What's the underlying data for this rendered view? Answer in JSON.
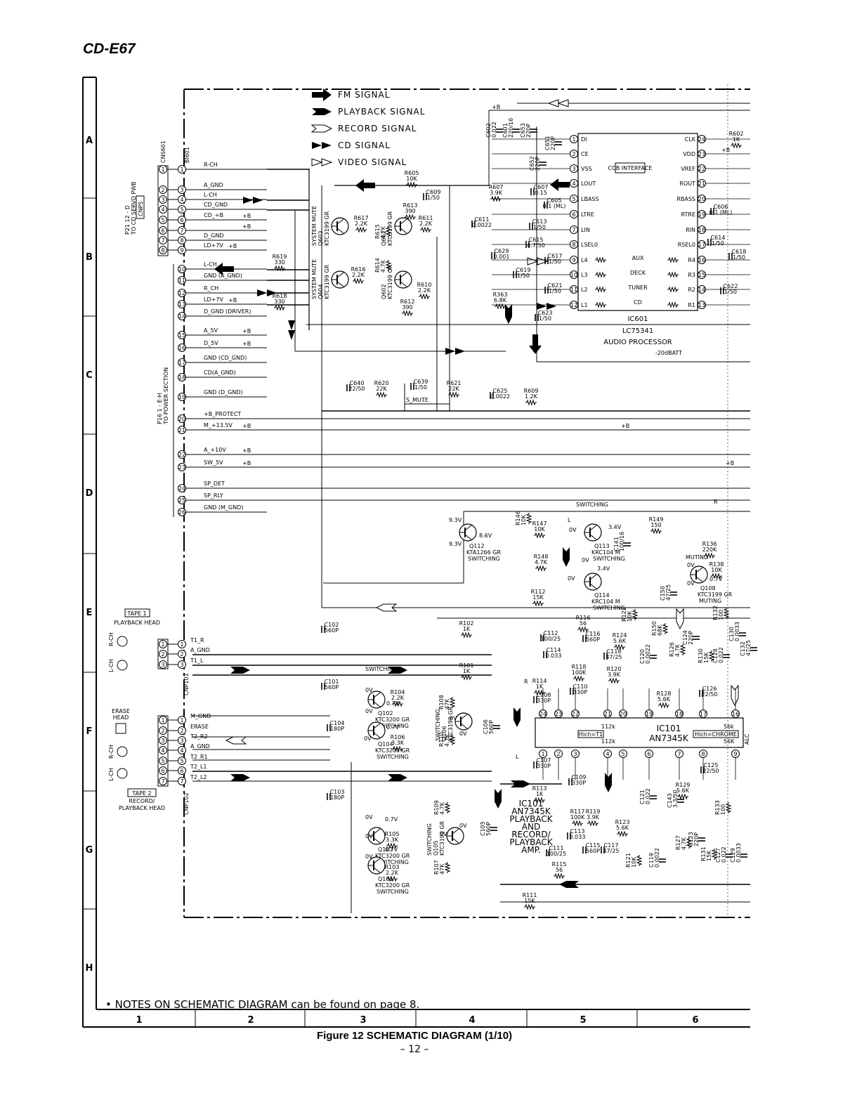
{
  "document": {
    "model": "CD-E67",
    "note": "• NOTES ON SCHEMATIC DIAGRAM can be found on page 8.",
    "caption": "Figure 12 SCHEMATIC DIAGRAM (1/10)",
    "page": "– 12 –"
  },
  "grid": {
    "rows": [
      "A",
      "B",
      "C",
      "D",
      "E",
      "F",
      "G",
      "H"
    ],
    "cols": [
      "1",
      "2",
      "3",
      "4",
      "5",
      "6"
    ]
  },
  "legend": [
    {
      "label": "FM SIGNAL",
      "icon": "fm-signal-arrow"
    },
    {
      "label": "PLAYBACK SIGNAL",
      "icon": "playback-signal-arrow"
    },
    {
      "label": "RECORD SIGNAL",
      "icon": "record-signal-arrow"
    },
    {
      "label": "CD SIGNAL",
      "icon": "cd-signal-arrow"
    },
    {
      "label": "VIDEO SIGNAL",
      "icon": "video-signal-arrow"
    }
  ],
  "connectors": {
    "cnp5": {
      "name": "CNP5",
      "target": "P21 12 - D",
      "target_desc": "TO CD SERVO PWB",
      "pins": [
        "1",
        "2",
        "3",
        "4",
        "5",
        "6",
        "7",
        "8"
      ]
    },
    "cns601": {
      "name": "CNS601",
      "header": "BI601"
    },
    "power": {
      "target": "P16 1 - E-H",
      "target_desc": "TO POWER SECTION"
    },
    "cnp101": {
      "name": "CNP101"
    },
    "cnp102": {
      "name": "CNP102"
    }
  },
  "bi601_pins": [
    {
      "n": "1",
      "label": "R-CH",
      "plus": ""
    },
    {
      "n": "3",
      "label": "A_GND",
      "plus": ""
    },
    {
      "n": "4",
      "label": "L-CH",
      "plus": ""
    },
    {
      "n": "5",
      "label": "CD_GND",
      "plus": ""
    },
    {
      "n": "6",
      "label": "CD_+B",
      "plus": "+B"
    },
    {
      "n": "7",
      "label": "",
      "plus": "+B"
    },
    {
      "n": "8",
      "label": "D_GND",
      "plus": ""
    },
    {
      "n": "9",
      "label": "LD+7V",
      "plus": "+B"
    },
    {
      "n": "10",
      "label": "L-CH",
      "plus": ""
    },
    {
      "n": "11",
      "label": "GND (A_GND)",
      "plus": ""
    },
    {
      "n": "12",
      "label": "R_CH",
      "plus": ""
    },
    {
      "n": "13",
      "label": "LD+7V",
      "plus": "+B"
    },
    {
      "n": "14",
      "label": "D_GND (DRIVER)",
      "plus": ""
    },
    {
      "n": "15",
      "label": "A_5V",
      "plus": "+B"
    },
    {
      "n": "16",
      "label": "D_5V",
      "plus": "+B"
    },
    {
      "n": "17",
      "label": "GND (CD_GND)",
      "plus": ""
    },
    {
      "n": "18",
      "label": "CD(A_GND)",
      "plus": ""
    },
    {
      "n": "19",
      "label": "GND (D_GND)",
      "plus": ""
    },
    {
      "n": "20",
      "label": "+B_PROTECT",
      "plus": ""
    },
    {
      "n": "21",
      "label": "M_+13.5V",
      "plus": "+B"
    },
    {
      "n": "22",
      "label": "A_+10V",
      "plus": "+B"
    },
    {
      "n": "23",
      "label": "SW_5V",
      "plus": "+B"
    },
    {
      "n": "24",
      "label": "SP_DET",
      "plus": ""
    },
    {
      "n": "25",
      "label": "SP_RLY",
      "plus": ""
    },
    {
      "n": "26",
      "label": "GND (M_GND)",
      "plus": ""
    }
  ],
  "tape1": {
    "title": "TAPE 1",
    "desc": "PLAYBACK HEAD",
    "r": "R-CH",
    "l": "L-CH",
    "pins": [
      {
        "n": "1",
        "label": "T1_R"
      },
      {
        "n": "2",
        "label": "A_GND"
      },
      {
        "n": "3",
        "label": "T1_L"
      }
    ]
  },
  "tape2": {
    "title": "TAPE 2",
    "desc1": "RECORD/",
    "desc2": "PLAYBACK HEAD",
    "erase1": "ERASE",
    "erase2": "HEAD",
    "r": "R-CH",
    "l": "L-CH",
    "pins": [
      {
        "n": "1",
        "label": "M_GND"
      },
      {
        "n": "2",
        "label": "ERASE"
      },
      {
        "n": "3",
        "label": "T2_R2"
      },
      {
        "n": "4",
        "label": "A_GND"
      },
      {
        "n": "5",
        "label": "T2_R1"
      },
      {
        "n": "6",
        "label": "T2_L1"
      },
      {
        "n": "7",
        "label": "T2_L2"
      }
    ]
  },
  "ic601": {
    "ref": "IC601",
    "part": "LC75341",
    "func": "AUDIO PROCESSOR",
    "batt": "-20dBATT",
    "interface": "CCB INTERFACE",
    "left_pins": [
      {
        "n": "1",
        "label": "DI"
      },
      {
        "n": "2",
        "label": "CE"
      },
      {
        "n": "3",
        "label": "VSS"
      },
      {
        "n": "4",
        "label": "LOUT"
      },
      {
        "n": "5",
        "label": "LBASS"
      },
      {
        "n": "6",
        "label": "LTRE"
      },
      {
        "n": "7",
        "label": "LIN"
      },
      {
        "n": "8",
        "label": "LSEL0"
      },
      {
        "n": "9",
        "label": "L4"
      },
      {
        "n": "10",
        "label": "L3"
      },
      {
        "n": "11",
        "label": "L2"
      },
      {
        "n": "12",
        "label": "L1"
      }
    ],
    "right_pins": [
      {
        "n": "24",
        "label": "CLK"
      },
      {
        "n": "23",
        "label": "VDD"
      },
      {
        "n": "22",
        "label": "VREF"
      },
      {
        "n": "21",
        "label": "ROUT"
      },
      {
        "n": "20",
        "label": "RBASS"
      },
      {
        "n": "19",
        "label": "RTRE"
      },
      {
        "n": "18",
        "label": "RIN"
      },
      {
        "n": "17",
        "label": "RSEL0"
      },
      {
        "n": "16",
        "label": "R4"
      },
      {
        "n": "15",
        "label": "R3"
      },
      {
        "n": "14",
        "label": "R2"
      },
      {
        "n": "13",
        "label": "R1"
      }
    ],
    "inputs": [
      "AUX",
      "DECK",
      "TUNER",
      "CD"
    ]
  },
  "ic101": {
    "ref": "IC101",
    "part": "AN7345K",
    "desc": [
      "IC101",
      "AN7345K",
      "PLAYBACK",
      "AND",
      "RECORD/",
      "PLAYBACK",
      "AMP."
    ],
    "top_pins": [
      "24",
      "23",
      "22",
      "21",
      "20",
      "19",
      "18",
      "17",
      "16"
    ],
    "bottom_pins": [
      "1",
      "2",
      "3",
      "4",
      "5",
      "6",
      "7",
      "8",
      "9"
    ],
    "hich_t1": "Hich=T1",
    "hich_chrome": "Hich=CHROME",
    "r112k_a": "112k",
    "r112k_b": "112k",
    "r56k_a": "56k",
    "r56k_b": "56K"
  },
  "transistors": [
    {
      "ref": "Q603",
      "part": "KTC3199 GR",
      "func": "SYSTEM MUTE"
    },
    {
      "ref": "Q604",
      "part": "KTC3199 GR",
      "func": "SYSTEM MUTE"
    },
    {
      "ref": "Q601",
      "part": "KTC3199 GR",
      "func": ""
    },
    {
      "ref": "Q602",
      "part": "KTC3199 GR",
      "func": ""
    },
    {
      "ref": "Q112",
      "part": "KTA1266 GR",
      "func": "SWITCHING"
    },
    {
      "ref": "Q113",
      "part": "KRC104 M",
      "func": "SWITCHING"
    },
    {
      "ref": "Q114",
      "part": "KRC104 M",
      "func": "SWITCHING"
    },
    {
      "ref": "Q108",
      "part": "KTC3199 GR",
      "func": "MUTING"
    },
    {
      "ref": "Q102",
      "part": "KTC3200 GR",
      "func": "SWITCHING"
    },
    {
      "ref": "Q104",
      "part": "KTC3200 GR",
      "func": "SWITCHING"
    },
    {
      "ref": "Q103",
      "part": "KTC3200 GR",
      "func": "SWITCHING"
    },
    {
      "ref": "Q101",
      "part": "KTC3200 GR",
      "func": "SWITCHING"
    },
    {
      "ref": "Q106",
      "part": "KTC3199 GR",
      "func": "SWITCHING"
    },
    {
      "ref": "Q105",
      "part": "KTC3199 GR",
      "func": "SWITCHING"
    }
  ],
  "components": [
    {
      "ref": "R605",
      "value": "10K"
    },
    {
      "ref": "C609",
      "value": "1/50"
    },
    {
      "ref": "R607",
      "value": "3.9K"
    },
    {
      "ref": "C607",
      "value": "0.15"
    },
    {
      "ref": "C605",
      "value": "0.1 (ML)"
    },
    {
      "ref": "C611",
      "value": "0.0022"
    },
    {
      "ref": "C613",
      "value": "1/50"
    },
    {
      "ref": "C615",
      "value": "4.7/50"
    },
    {
      "ref": "C629",
      "value": "0.001"
    },
    {
      "ref": "C617",
      "value": "1/50"
    },
    {
      "ref": "C619",
      "value": "1/50"
    },
    {
      "ref": "C621",
      "value": "1/50"
    },
    {
      "ref": "R363",
      "value": "6.8K"
    },
    {
      "ref": "C623",
      "value": "1/50"
    },
    {
      "ref": "R617",
      "value": "2.2K"
    },
    {
      "ref": "R613",
      "value": "390"
    },
    {
      "ref": "R611",
      "value": "2.2K"
    },
    {
      "ref": "R615",
      "value": "4.7K"
    },
    {
      "ref": "R614",
      "value": "4.7K"
    },
    {
      "ref": "R616",
      "value": "2.2K"
    },
    {
      "ref": "R610",
      "value": "2.2K"
    },
    {
      "ref": "R612",
      "value": "390"
    },
    {
      "ref": "R619",
      "value": "330"
    },
    {
      "ref": "R618",
      "value": "330"
    },
    {
      "ref": "C640",
      "value": "22/50"
    },
    {
      "ref": "R620",
      "value": "22K"
    },
    {
      "ref": "C639",
      "value": "1/50"
    },
    {
      "ref": "R621",
      "value": "22K"
    },
    {
      "ref": "C625",
      "value": "0.0022"
    },
    {
      "ref": "R609",
      "value": "1.2K"
    },
    {
      "ref": "C602",
      "value": "0.022"
    },
    {
      "ref": "C601",
      "value": "220/16"
    },
    {
      "ref": "C653",
      "value": "220P"
    },
    {
      "ref": "C652",
      "value": "220P"
    },
    {
      "ref": "C651",
      "value": "220P"
    },
    {
      "ref": "R602",
      "value": "1K"
    },
    {
      "ref": "C606",
      "value": "0.1 (ML)"
    },
    {
      "ref": "C614",
      "value": "1/50"
    },
    {
      "ref": "C618",
      "value": "1/50"
    },
    {
      "ref": "C622",
      "value": "1/50"
    },
    {
      "ref": "R146",
      "value": "10K"
    },
    {
      "ref": "R147",
      "value": "10K"
    },
    {
      "ref": "R148",
      "value": "4.7K"
    },
    {
      "ref": "R149",
      "value": "150"
    },
    {
      "ref": "C141",
      "value": "100/16"
    },
    {
      "ref": "R136",
      "value": "220K"
    },
    {
      "ref": "R138",
      "value": "10K"
    },
    {
      "ref": "R112",
      "value": "15K"
    },
    {
      "ref": "C150",
      "value": "47/25"
    },
    {
      "ref": "C102",
      "value": "560P"
    },
    {
      "ref": "R102",
      "value": "1K"
    },
    {
      "ref": "R116",
      "value": "56"
    },
    {
      "ref": "C112",
      "value": "100/25"
    },
    {
      "ref": "C116",
      "value": "560P"
    },
    {
      "ref": "R124",
      "value": "5.6K"
    },
    {
      "ref": "C114",
      "value": "0.033"
    },
    {
      "ref": "C118",
      "value": "47/25"
    },
    {
      "ref": "R118",
      "value": "100K"
    },
    {
      "ref": "R120",
      "value": "3.9K"
    },
    {
      "ref": "R122",
      "value": "10K"
    },
    {
      "ref": "R150",
      "value": "68K"
    },
    {
      "ref": "C120",
      "value": "0.0022"
    },
    {
      "ref": "R126",
      "value": "4.7K"
    },
    {
      "ref": "C124",
      "value": "220P"
    },
    {
      "ref": "R130",
      "value": "15K"
    },
    {
      "ref": "C128",
      "value": "0.022"
    },
    {
      "ref": "R132",
      "value": "100"
    },
    {
      "ref": "C130",
      "value": "0.0033"
    },
    {
      "ref": "C132",
      "value": "47/25"
    },
    {
      "ref": "C126",
      "value": "22/50"
    },
    {
      "ref": "R128",
      "value": "5.6K"
    },
    {
      "ref": "C101",
      "value": "560P"
    },
    {
      "ref": "R101",
      "value": "1K"
    },
    {
      "ref": "R114",
      "value": "1K"
    },
    {
      "ref": "C108",
      "value": "330P"
    },
    {
      "ref": "C110",
      "value": "330P"
    },
    {
      "ref": "R104",
      "value": "2.2K"
    },
    {
      "ref": "R108",
      "value": "47K"
    },
    {
      "ref": "C106",
      "value": "560P"
    },
    {
      "ref": "C104",
      "value": "180P"
    },
    {
      "ref": "R106",
      "value": "3.3K"
    },
    {
      "ref": "R110",
      "value": "4.7K"
    },
    {
      "ref": "C107",
      "value": "330P"
    },
    {
      "ref": "R113",
      "value": "1K"
    },
    {
      "ref": "C109",
      "value": "330P"
    },
    {
      "ref": "C103",
      "value": "180P"
    },
    {
      "ref": "R109",
      "value": "4.7K"
    },
    {
      "ref": "C105",
      "value": "560P"
    },
    {
      "ref": "R105",
      "value": "3.3K"
    },
    {
      "ref": "R103",
      "value": "2.2K"
    },
    {
      "ref": "R107",
      "value": "47K"
    },
    {
      "ref": "R117",
      "value": "100K"
    },
    {
      "ref": "R119",
      "value": "3.9K"
    },
    {
      "ref": "C113",
      "value": "0.033"
    },
    {
      "ref": "C111",
      "value": "100/25"
    },
    {
      "ref": "C115",
      "value": "560P"
    },
    {
      "ref": "C117",
      "value": "47/25"
    },
    {
      "ref": "R123",
      "value": "5.6K"
    },
    {
      "ref": "R115",
      "value": "56"
    },
    {
      "ref": "R121",
      "value": "10K"
    },
    {
      "ref": "C119",
      "value": "0.0022"
    },
    {
      "ref": "C121",
      "value": "0.022"
    },
    {
      "ref": "C143",
      "value": "3.3/50"
    },
    {
      "ref": "R129",
      "value": "5.6K"
    },
    {
      "ref": "R127",
      "value": "4.7K"
    },
    {
      "ref": "C123",
      "value": "220P"
    },
    {
      "ref": "R131",
      "value": "15K"
    },
    {
      "ref": "C127",
      "value": "0.022"
    },
    {
      "ref": "R133",
      "value": "100"
    },
    {
      "ref": "C129",
      "value": "0.0033"
    },
    {
      "ref": "C125",
      "value": "22/50"
    },
    {
      "ref": "R111",
      "value": "15K"
    }
  ],
  "nets": {
    "s_mute": "S_MUTE",
    "plus_b": "+B",
    "switching": "SWITCHING",
    "muting": "MUTING",
    "r": "R",
    "l": "L",
    "v93": "9.3V",
    "v86": "8.6V",
    "v34": "3.4V",
    "v0": "0V",
    "v07": "0.7V",
    "alc": "ALC"
  }
}
